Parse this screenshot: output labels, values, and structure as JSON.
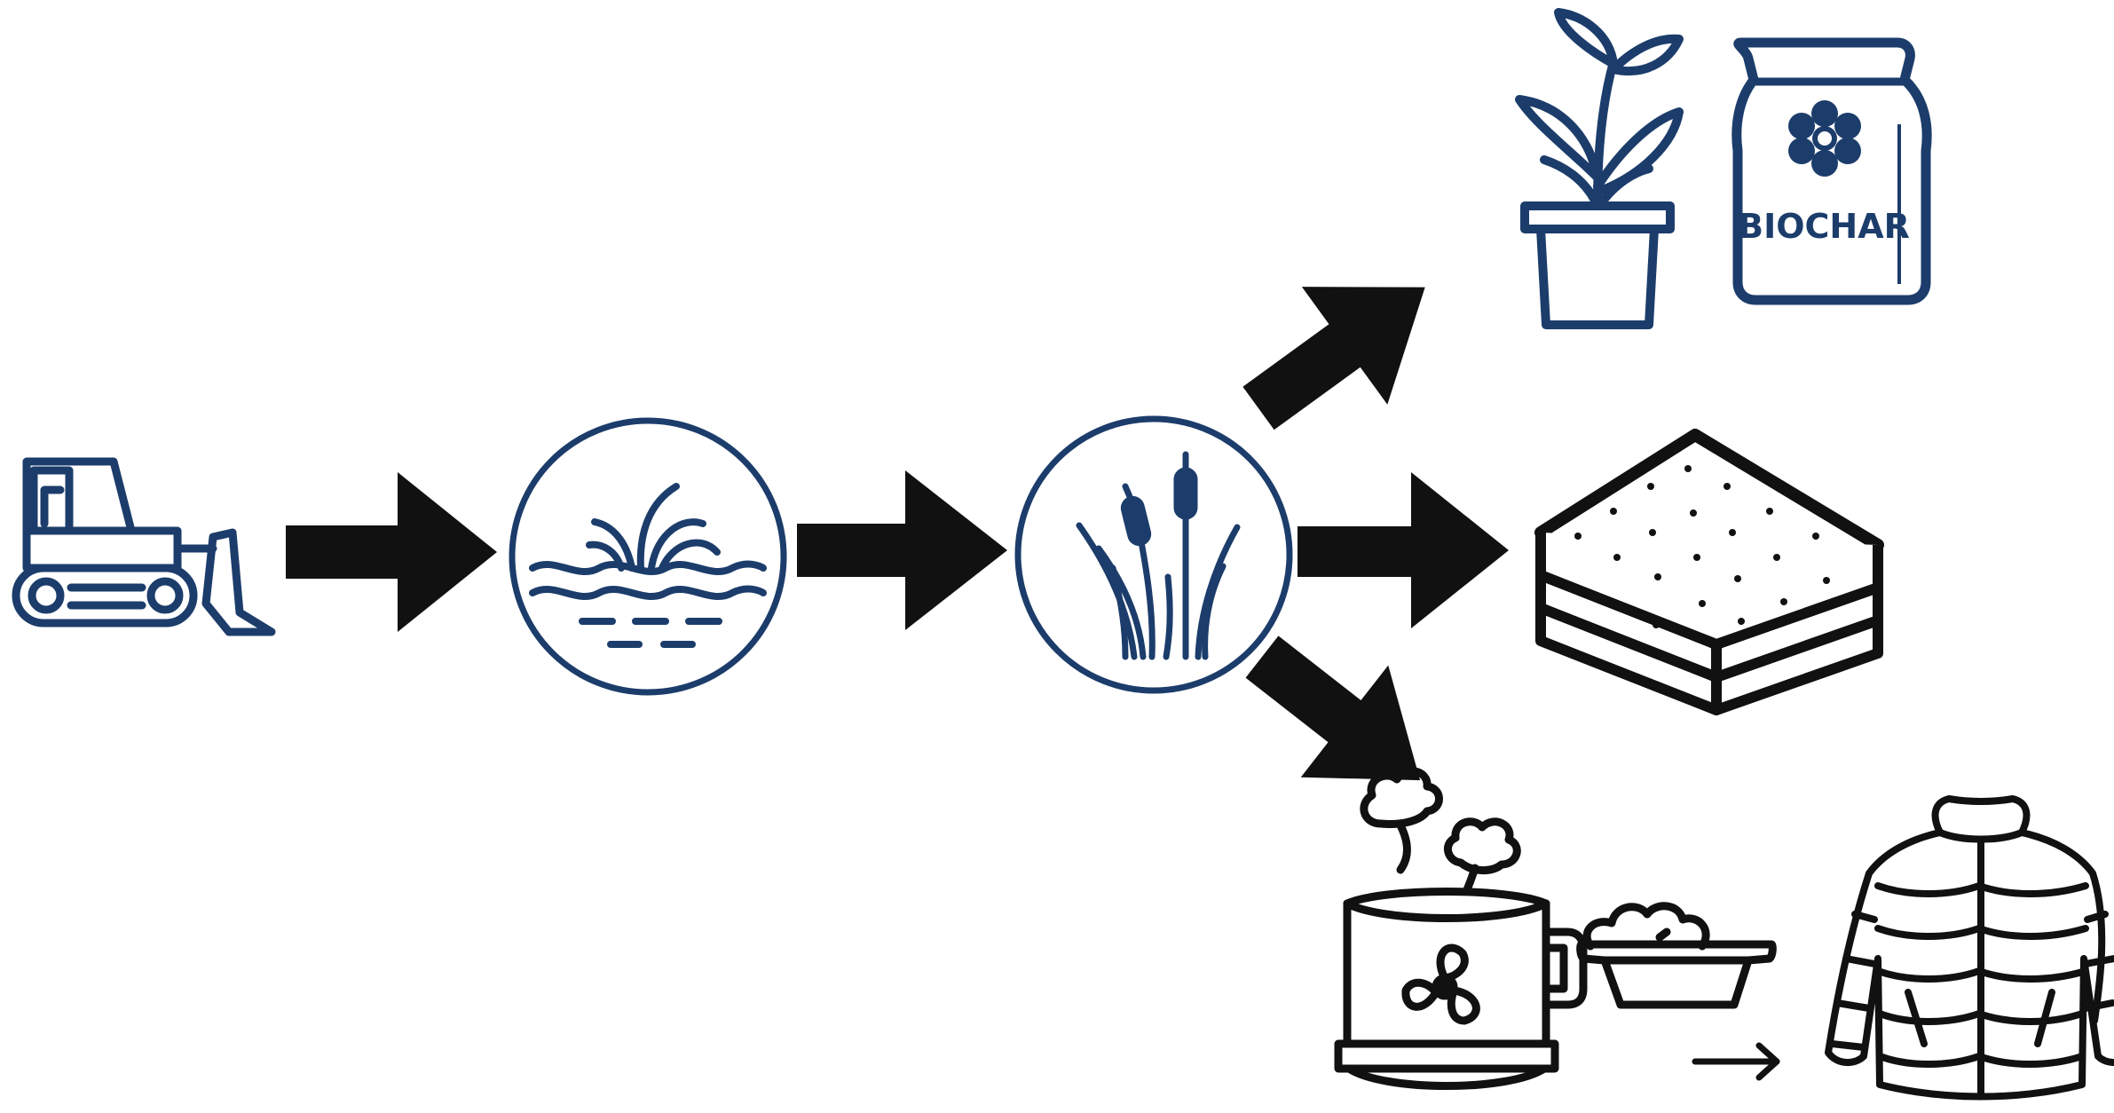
{
  "colors": {
    "navy": "#1c3d6b",
    "arrow": "#111111",
    "ink": "#111111",
    "background": "#ffffff"
  },
  "nodes": [
    {
      "id": "excavator",
      "icon": "bulldozer-icon"
    },
    {
      "id": "rewetting",
      "icon": "wetland-water-icon"
    },
    {
      "id": "paludiculture",
      "icon": "cattail-icon"
    },
    {
      "id": "growing-media",
      "icon": "potted-plant-icon"
    },
    {
      "id": "biochar",
      "icon": "biochar-bag-icon",
      "label": "BIOCHAR"
    },
    {
      "id": "insulation-board",
      "icon": "insulation-board-icon"
    },
    {
      "id": "processing",
      "icon": "steaming-vessel-icon"
    },
    {
      "id": "fibre",
      "icon": "fibre-tray-icon"
    },
    {
      "id": "clothing",
      "icon": "puffer-jacket-icon"
    }
  ],
  "edges": [
    {
      "from": "excavator",
      "to": "rewetting"
    },
    {
      "from": "rewetting",
      "to": "paludiculture"
    },
    {
      "from": "paludiculture",
      "to": "growing-media"
    },
    {
      "from": "paludiculture",
      "to": "insulation-board"
    },
    {
      "from": "paludiculture",
      "to": "processing"
    },
    {
      "from": "fibre",
      "to": "clothing"
    }
  ]
}
